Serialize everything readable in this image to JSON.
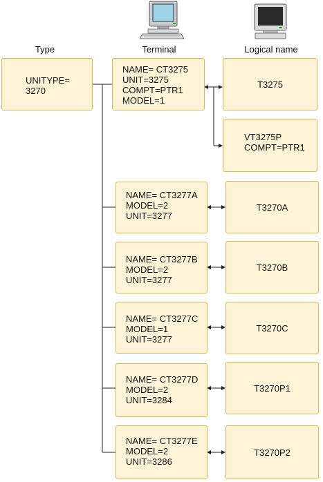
{
  "headers": {
    "type": "Type",
    "terminal": "Terminal",
    "logical": "Logical name"
  },
  "type_box": {
    "lines": [
      "UNITYPE=",
      "3270"
    ]
  },
  "terminals": [
    {
      "lines": [
        "NAME= CT3275",
        "UNIT=3275",
        "COMPT=PTR1",
        "MODEL=1"
      ]
    },
    {
      "lines": [
        "NAME= CT3277A",
        "MODEL=2",
        "UNIT=3277"
      ]
    },
    {
      "lines": [
        "NAME= CT3277B",
        "MODEL=2",
        "UNIT=3277"
      ]
    },
    {
      "lines": [
        "NAME= CT3277C",
        "MODEL=1",
        "UNIT=3277"
      ]
    },
    {
      "lines": [
        "NAME= CT3277D",
        "MODEL=2",
        "UNIT=3284"
      ]
    },
    {
      "lines": [
        "NAME= CT3277E",
        "MODEL=2",
        "UNIT=3286"
      ]
    }
  ],
  "logical_names": [
    {
      "lines": [
        "T3275"
      ]
    },
    {
      "lines": [
        "VT3275P",
        "COMPT=PTR1"
      ]
    },
    {
      "lines": [
        "T3270A"
      ]
    },
    {
      "lines": [
        "T3270B"
      ]
    },
    {
      "lines": [
        "T3270C"
      ]
    },
    {
      "lines": [
        "T3270P1"
      ]
    },
    {
      "lines": [
        "T3270P2"
      ]
    }
  ],
  "icons": {
    "terminal": "desktop-computer-icon",
    "logical": "monitor-icon"
  },
  "colors": {
    "box_fill": "#fdf3d6",
    "box_border": "#e3b54e",
    "line": "#222222"
  }
}
